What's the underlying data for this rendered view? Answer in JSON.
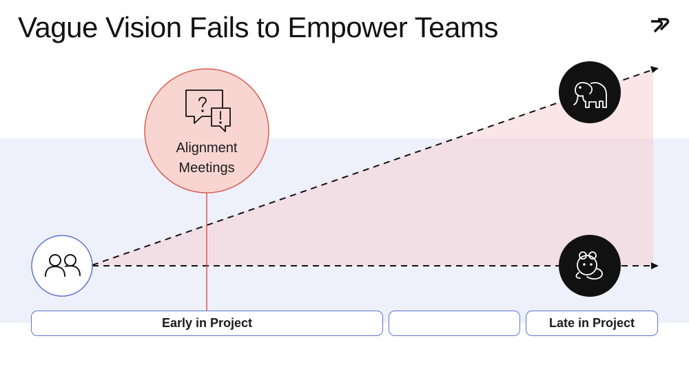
{
  "title": "Vague Vision Fails to Empower Teams",
  "logo": {
    "icon": "brand-logo-icon"
  },
  "team": {
    "icon": "team-people-icon"
  },
  "meeting": {
    "icon": "chat-question-exclamation-icon",
    "label_line1": "Alignment",
    "label_line2": "Meetings",
    "fill_color": "#f9d5d2",
    "stroke_color": "#d85c4c"
  },
  "outcomes": {
    "large": {
      "icon": "elephant-icon"
    },
    "small": {
      "icon": "mouse-icon"
    }
  },
  "timeline": {
    "phases": [
      {
        "label": "Early in Project"
      },
      {
        "label": ""
      },
      {
        "label": "Late in Project"
      }
    ]
  },
  "colors": {
    "band": "#eef0fb",
    "divergence_fill": "#fbe5e6",
    "outline_blue": "#5d74cf",
    "icon_dark": "#111111"
  }
}
